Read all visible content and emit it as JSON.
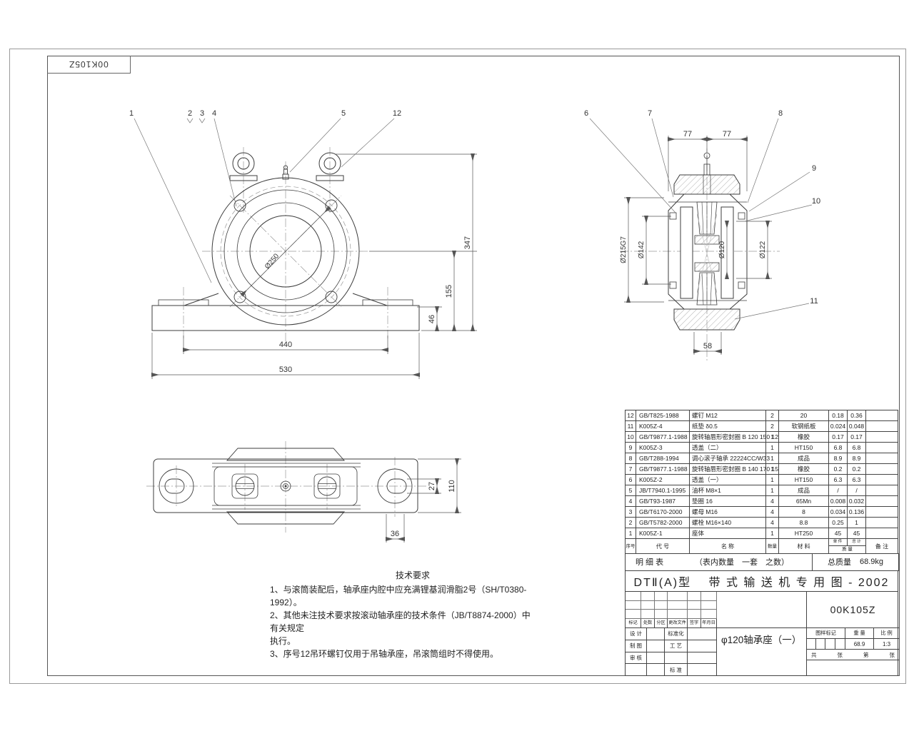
{
  "sheet": {
    "corner_label": "00K105Z"
  },
  "front_view": {
    "callouts": [
      "1",
      "2",
      "3",
      "4",
      "5",
      "12"
    ],
    "dims": {
      "bore": "Ø250",
      "bolt_span": "440",
      "base_width": "530",
      "pad_height": "46",
      "center_height": "155",
      "total_height": "347"
    }
  },
  "section_view": {
    "callouts": [
      "6",
      "7",
      "8",
      "9",
      "10",
      "11"
    ],
    "dims": {
      "half_left": "77",
      "half_right": "77",
      "housing_bore": "Ø215G7",
      "seal_left": "Ø142",
      "shaft_bore": "Ø120",
      "seal_right": "Ø122",
      "hub_width": "58"
    }
  },
  "top_view": {
    "dims": {
      "slot_width": "27",
      "base_depth": "110",
      "slot_offset": "36"
    }
  },
  "tech_req": {
    "title": "技术要求",
    "lines": [
      "1、与滚筒装配后，轴承座内腔中应充满锂基润滑脂2号（SH/T0380-1992）。",
      "2、其他未注技术要求按滚动轴承座的技术条件（JB/T8874-2000）中有关规定",
      "执行。",
      "3、序号12吊环螺钉仅用于吊轴承座，吊滚筒组时不得使用。"
    ]
  },
  "parts": {
    "headers": {
      "no": "序号",
      "code": "代  号",
      "name": "名  称",
      "qty": "数量",
      "material": "材  料",
      "unit": "单 件",
      "total": "总 计",
      "weight": "质  量",
      "note": "备  注"
    },
    "rows": [
      {
        "no": "12",
        "code": "GB/T825-1988",
        "name": "螺钉  M12",
        "qty": "2",
        "material": "20",
        "unit": "0.18",
        "total": "0.36",
        "note": ""
      },
      {
        "no": "11",
        "code": "K005Z-4",
        "name": "纸垫  δ0.5",
        "qty": "2",
        "material": "软钢纸板",
        "unit": "0.024",
        "total": "0.048",
        "note": ""
      },
      {
        "no": "10",
        "code": "GB/T9877.1-1988",
        "name": "旋转轴唇形密封圈 B 120 150 12",
        "qty": "1",
        "material": "橡胶",
        "unit": "0.17",
        "total": "0.17",
        "note": ""
      },
      {
        "no": "9",
        "code": "K005Z-3",
        "name": "透盖（二）",
        "qty": "1",
        "material": "HT150",
        "unit": "6.8",
        "total": "6.8",
        "note": ""
      },
      {
        "no": "8",
        "code": "GB/T288-1994",
        "name": "调心滚子轴承 22224CC/W33",
        "qty": "1",
        "material": "成品",
        "unit": "8.9",
        "total": "8.9",
        "note": ""
      },
      {
        "no": "7",
        "code": "GB/T9877.1-1988",
        "name": "旋转轴唇形密封圈 B 140 170 15",
        "qty": "1",
        "material": "橡胶",
        "unit": "0.2",
        "total": "0.2",
        "note": ""
      },
      {
        "no": "6",
        "code": "K005Z-2",
        "name": "透盖（一）",
        "qty": "1",
        "material": "HT150",
        "unit": "6.3",
        "total": "6.3",
        "note": ""
      },
      {
        "no": "5",
        "code": "JB/T7940.1-1995",
        "name": "油杯 M8×1",
        "qty": "1",
        "material": "成品",
        "unit": "/",
        "total": "/",
        "note": ""
      },
      {
        "no": "4",
        "code": "GB/T93-1987",
        "name": "垫圈 16",
        "qty": "4",
        "material": "65Mn",
        "unit": "0.008",
        "total": "0.032",
        "note": ""
      },
      {
        "no": "3",
        "code": "GB/T6170-2000",
        "name": "螺母 M16",
        "qty": "4",
        "material": "8",
        "unit": "0.034",
        "total": "0.136",
        "note": ""
      },
      {
        "no": "2",
        "code": "GB/T5782-2000",
        "name": "螺栓 M16×140",
        "qty": "4",
        "material": "8.8",
        "unit": "0.25",
        "total": "1",
        "note": ""
      },
      {
        "no": "1",
        "code": "K005Z-1",
        "name": "座体",
        "qty": "1",
        "material": "HT250",
        "unit": "45",
        "total": "45",
        "note": ""
      }
    ]
  },
  "summary": {
    "label": "明  细  表",
    "note": "（表内数量　一套　之数）",
    "total_label": "总质量",
    "total_value": "68.9kg"
  },
  "drawing_title": "DTⅡ(A)型　 带 式 输 送 机 专 用 图 - 2002",
  "title_block": {
    "drawing_no": "00K105Z",
    "product_name": "φ120轴承座（一）",
    "rev_headers": [
      "标记",
      "处数",
      "分区",
      "更改文件号",
      "签字",
      "年月日"
    ],
    "row_design": "设 计",
    "row_draft": "制 图",
    "row_check": "审 核",
    "col_standardize": "标准化",
    "col_process": "工 艺",
    "col_standard": "标 准",
    "mark_label": "图样标记",
    "weight_label": "重  量",
    "scale_label": "比  例",
    "weight_value": "68.9",
    "scale_value": "1:3",
    "sheets": {
      "total_label": "共",
      "sheet1": "张",
      "page_label": "第",
      "sheet2": "张"
    }
  }
}
